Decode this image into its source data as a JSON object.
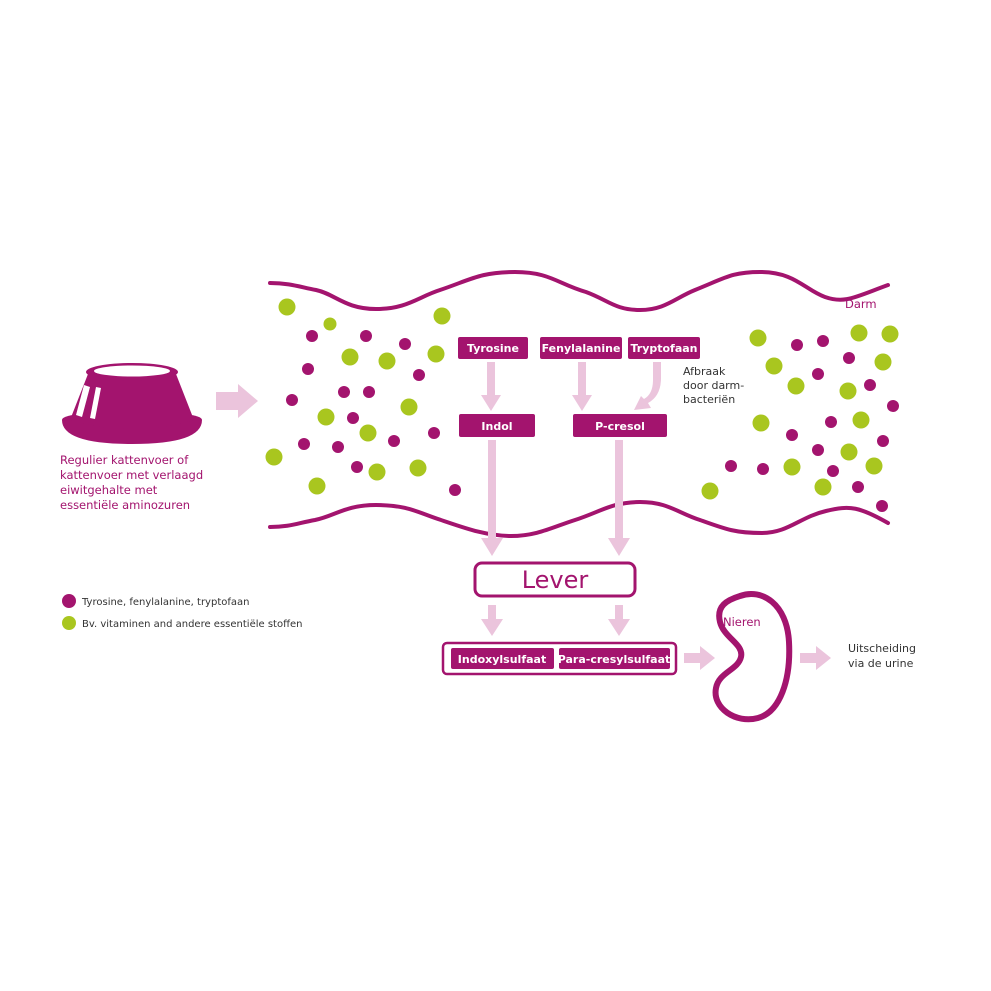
{
  "colors": {
    "purple": "#a3146e",
    "green": "#a9c61f",
    "arrow": "#ebc4dc"
  },
  "bowl_caption": [
    "Regulier kattenvoer of",
    "kattenvoer met verlaagd",
    "eiwitgehalte met",
    "essentiële aminozuren"
  ],
  "intestine_label": "Darm",
  "amino_acids": [
    "Tyrosine",
    "Fenylalanine",
    "Tryptofaan"
  ],
  "bacteria_note": [
    "Afbraak",
    "door darm-",
    "bacteriën"
  ],
  "metabolites": [
    "Indol",
    "P-cresol"
  ],
  "liver_label": "Lever",
  "sulfates": [
    "Indoxylsulfaat",
    "Para-cresylsulfaat"
  ],
  "kidney_label": "Nieren",
  "excretion": [
    "Uitscheiding",
    "via de urine"
  ],
  "legend": [
    {
      "color": "purple",
      "label": "Tyrosine, fenylalanine, tryptofaan"
    },
    {
      "color": "green",
      "label": "Bv. vitaminen and andere essentiële stoffen"
    }
  ]
}
